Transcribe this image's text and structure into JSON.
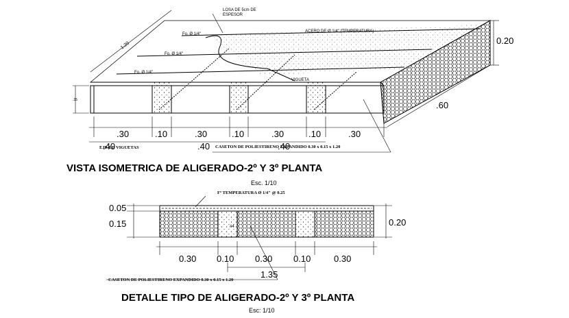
{
  "iso": {
    "title": "VISTA ISOMETRICA DE ALIGERADO-2º Y 3º PLANTA",
    "scale": "Esc. 1/10",
    "losa_line1": "LOSA DE 5cm DE",
    "losa_line2": "ESPESOR",
    "acero": "ACERO DE Ø 1/4\" (TEMPERATURA)",
    "fo1": "Fo. Ø 1/4\"",
    "fo2": "Fo. Ø 1/4\"",
    "fo3": "Fo. Ø 1/4\"",
    "vigueta": "VIGUETA",
    "len_top": "1.20",
    "height_left": ".15",
    "dim_020": "0.20",
    "dim_060": ".60",
    "bottom_dims": [
      ".30",
      ".10",
      ".30",
      ".10",
      ".30",
      ".10",
      ".30"
    ],
    "dim_40_a": ".40",
    "dim_40_b": ".40",
    "dim_40_c": ".40",
    "eje": "EJE DE VIGUETAS",
    "caseton": "CASETON DE POLIESTIRENO EXPANDIDO 0.30 x 0.15 x 1.20"
  },
  "detail": {
    "title": "DETALLE TIPO DE ALIGERADO-2º Y 3º PLANTA",
    "scale": "Esc: 1/10",
    "temperatura": "Fº TEMPERATURA Ø 1/4\" @ 0.25",
    "left_dims": [
      "0.05",
      "0.15"
    ],
    "right_dim": "0.20",
    "bottom_dims": [
      "0.30",
      "0.10",
      "0.30",
      "0.10",
      "0.30"
    ],
    "dim_135": "1.35",
    "caseton": "CASETON DE POLIESTIRENO EXPANDIDO 0.30 x 0.15 x 1.20",
    "bar_mark": "#4"
  }
}
